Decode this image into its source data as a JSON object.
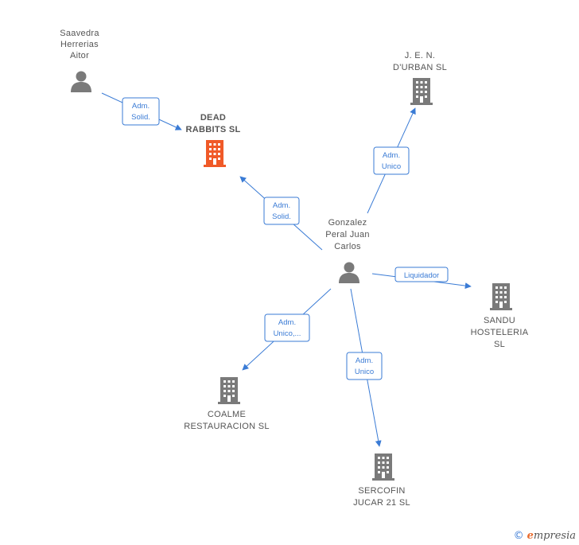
{
  "nodes": {
    "saavedra": {
      "type": "person",
      "lines": [
        "Saavedra",
        "Herrerias",
        "Aitor"
      ]
    },
    "dead_rabbits": {
      "type": "company-focus",
      "lines": [
        "DEAD",
        "RABBITS  SL"
      ]
    },
    "jen_durban": {
      "type": "company",
      "lines": [
        "J.  E.  N.",
        "D'URBAN SL"
      ]
    },
    "gonzalez": {
      "type": "person",
      "lines": [
        "Gonzalez",
        "Peral Juan",
        "Carlos"
      ]
    },
    "sandu": {
      "type": "company",
      "lines": [
        "SANDU",
        "HOSTELERIA",
        "SL"
      ]
    },
    "coalme": {
      "type": "company",
      "lines": [
        "COALME",
        "RESTAURACION SL"
      ]
    },
    "sercofin": {
      "type": "company",
      "lines": [
        "SERCOFIN",
        "JUCAR 21  SL"
      ]
    }
  },
  "edges": [
    {
      "id": "saavedra-deadrabbits",
      "lines": [
        "Adm.",
        "Solid."
      ]
    },
    {
      "id": "gonzalez-deadrabbits",
      "lines": [
        "Adm.",
        "Solid."
      ]
    },
    {
      "id": "gonzalez-jen",
      "lines": [
        "Adm.",
        "Unico"
      ]
    },
    {
      "id": "gonzalez-sandu",
      "lines": [
        "Liquidador"
      ]
    },
    {
      "id": "gonzalez-coalme",
      "lines": [
        "Adm.",
        "Unico,..."
      ]
    },
    {
      "id": "gonzalez-sercofin",
      "lines": [
        "Adm.",
        "Unico"
      ]
    }
  ],
  "colors": {
    "edge": "#3a7bd5",
    "icon": "#7a7a7a",
    "focus": "#f05a28"
  },
  "brand": {
    "copyright": "©",
    "initial": "e",
    "rest": "mpresia"
  }
}
